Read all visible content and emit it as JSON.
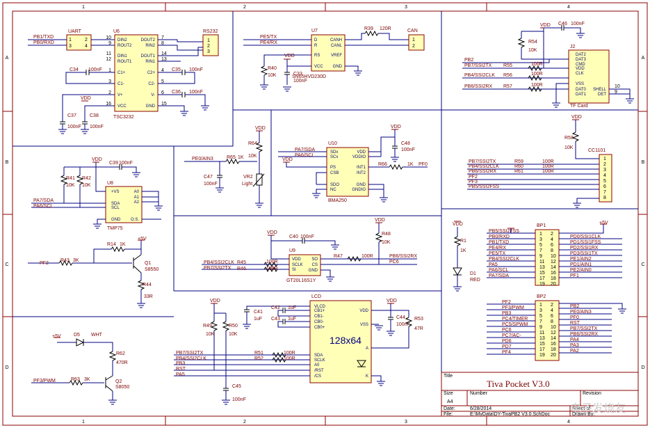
{
  "grid": {
    "cols": [
      "1",
      "2",
      "3",
      "4"
    ],
    "rows": [
      "A",
      "B",
      "C",
      "D"
    ]
  },
  "parts": {
    "uart": "UART",
    "u6": "U6",
    "rs232": "RS232",
    "tsc": "TSC3232",
    "u7": "U7",
    "r39": "R39",
    "r39v": "120R",
    "can": "CAN",
    "r40": "R40",
    "r40v": "10K",
    "c33": "C33",
    "c33v": "100nF",
    "sn": "SN65HVD230D",
    "vdd": "VDD",
    "c46": "C46",
    "c46v": "100nF",
    "r54": "R54",
    "r54v": "10K",
    "j2": "J2",
    "tf": "TF Card",
    "r55": "R55",
    "r56": "R56",
    "r57": "R57",
    "r100": "100R",
    "c34": "C34",
    "c34v": "100nF",
    "c35": "C35",
    "c35v": "100nF",
    "c36": "C36",
    "c36v": "100nF",
    "c37": "C37",
    "c37v": "100nF",
    "c38": "C38",
    "c38v": "100nF",
    "c39": "C39",
    "c39v": "100nF",
    "r41": "R41",
    "r41v": "10K",
    "r42": "R42",
    "r42v": "10K",
    "u8": "U8",
    "tmp": "TMP75",
    "r65": "R65",
    "r65v": "1K",
    "r64": "R64",
    "r64v": "10K",
    "c47": "C47",
    "c47v": "100nF",
    "vr2": "VR2",
    "light": "Light",
    "u10": "U10",
    "c48": "C48",
    "c48v": "100nF",
    "r66": "R66",
    "r66v": "1K",
    "bma": "BMA250",
    "r58": "R58",
    "r58v": "10K",
    "cc": "CC1101",
    "r59": "R59",
    "r60": "R60",
    "r61": "R61",
    "r14": "R14",
    "r14v": "1K",
    "r43": "R43",
    "r43v": "3K",
    "q1": "Q1",
    "q1t": "S8550",
    "r44": "R44",
    "r44v": "33R",
    "p5v": "+5V",
    "c40": "C40",
    "c40v": "100nF",
    "u9": "U9",
    "gt": "GT20L16S1Y",
    "r45": "R45",
    "r46": "R46",
    "r47": "R47",
    "r48": "R48",
    "r48v": "10K",
    "r1": "R1",
    "r1v": "1K",
    "d1": "D1",
    "red": "RED",
    "bp1": "BP1",
    "bp2": "BP2",
    "lcd": "LCD",
    "lcdsize": "128x64",
    "c41": "C41",
    "c41v": "1uF",
    "c42": "C42",
    "c42v": "1uF",
    "c43": "C43",
    "c43v": "1uF",
    "c44": "C44",
    "c44v": "100nF",
    "r53": "R53",
    "r53v": "47R",
    "r49": "R49",
    "r49v": "10K",
    "r50": "R50",
    "r50v": "10K",
    "r51": "R51",
    "r52": "R52",
    "c45": "C45",
    "c45v": "100nF",
    "d5": "D5",
    "wht": "WHT",
    "r62": "R62",
    "r62v": "470R",
    "r63": "R63",
    "r63v": "3K",
    "q2": "Q2",
    "q2t": "S8050"
  },
  "nets": {
    "pb1": "PB1/TXD",
    "pb0": "PB0/RXD",
    "pe5": "PE5/TX",
    "pe4": "PE4/RX",
    "pb2": "PB2",
    "pb7": "PB7/SSI2TX",
    "pb4": "PB4/SSI2CLK",
    "pb6": "PB6/SSI2RX",
    "pa7": "PA7/SDA",
    "pa6": "PA6/SCL",
    "pe0": "PE0/AIN3",
    "pf0": "PF0",
    "pf2": "PF2",
    "pf3": "PF3",
    "pb5": "PB5/SSI2FSS",
    "pc6": "PC6",
    "pb3": "PB3",
    "rst": "RST",
    "pa5": "PA5",
    "pf3pwm": "PF3/PWM",
    "p5v": "+5V",
    "vdd": "VDD"
  },
  "pins": {
    "u6l": [
      "DIN2",
      "ROUT2",
      "DIN1",
      "ROUT1",
      "C1+",
      "C1-",
      "V+",
      "VCC"
    ],
    "u6r": [
      "DOUT2",
      "RIN2",
      "DOUT1",
      "RIN1",
      "C2+",
      "C2-",
      "V-",
      "GND"
    ],
    "u6ln": [
      "10",
      "9",
      "11",
      "12",
      "1",
      "3",
      "2",
      "16"
    ],
    "u6rn": [
      "7",
      "8",
      "14",
      "13",
      "4",
      "5",
      "6",
      "15"
    ],
    "u7l": [
      "D",
      "R",
      "RS",
      "VCC"
    ],
    "u7r": [
      "CANH",
      "CANL",
      "VREF",
      "GND"
    ],
    "j2": [
      "DAT2",
      "DAT3",
      "CMD",
      "VDD",
      "CLK",
      "VSS",
      "DAT0",
      "DAT1"
    ],
    "j2r": [
      "SHELL",
      "DET"
    ],
    "u8l": [
      "+VS",
      "SDA",
      "SCL",
      "GND"
    ],
    "u8r": [
      "A0",
      "A1",
      "A2",
      "O.S."
    ],
    "u10l": [
      "SDx",
      "SCx",
      "PS",
      "CSB",
      "SDO",
      "NC"
    ],
    "u10r": [
      "VDD",
      "VDDIO",
      "INT1",
      "INT2",
      "GND",
      "GNDIO"
    ],
    "u9l": [
      "VDD",
      "SCLK",
      "SI"
    ],
    "u9r": [
      "SO",
      "CS",
      "GND"
    ],
    "lcdl": [
      "VLCD",
      "CB1+",
      "CB1-",
      "CB0-",
      "CB0+",
      "SDA",
      "SCLK",
      "A0",
      "/RST",
      "/CS"
    ],
    "lcdr": [
      "VDD",
      "VSS",
      "A",
      "K"
    ],
    "bp1l": [
      "PB5/SSI2FSS",
      "PB0/RXD",
      "PB1/TXD",
      "PE4/RX",
      "PE5/TX",
      "PB4/SSI2CLK",
      "PA5",
      "PA6/SCL",
      "PA7/SDA"
    ],
    "bp1r": [
      "PD0/SSI1CLK",
      "PD1/SSI1FSS",
      "PD2/SSI1RX",
      "PD3/SSI1TX",
      "PE1/AIN2",
      "PD1/AIN1",
      "PE2/AIN0",
      "PF1"
    ],
    "bp2l": [
      "PF2",
      "PF3/PWM",
      "PB3",
      "PC4/TIMER",
      "PC5/SPWM",
      "PC6",
      "PC7/AC-",
      "PD6",
      "PD7",
      "PF4"
    ],
    "bp2r": [
      "PB2",
      "PE0/AIN3",
      "PF0",
      "RST",
      "PB7/SSI2TX",
      "PB6/SSI2RX",
      "PA4",
      "PA3",
      "PA2"
    ]
  },
  "title_block": {
    "title_label": "Title",
    "title": "Tiva Pocket  V3.0",
    "size_label": "Size",
    "size": "A4",
    "number_label": "Number",
    "revision_label": "Revision",
    "date_label": "Date:",
    "date": "6/28/2014",
    "file_label": "File:",
    "file": "E:\\MyData\\DY-TivaPB2 V3.0.SchDoc",
    "sheet_label": "Sheet of",
    "drawn_label": "Drawn By:"
  },
  "watermark": "电子发烧友"
}
